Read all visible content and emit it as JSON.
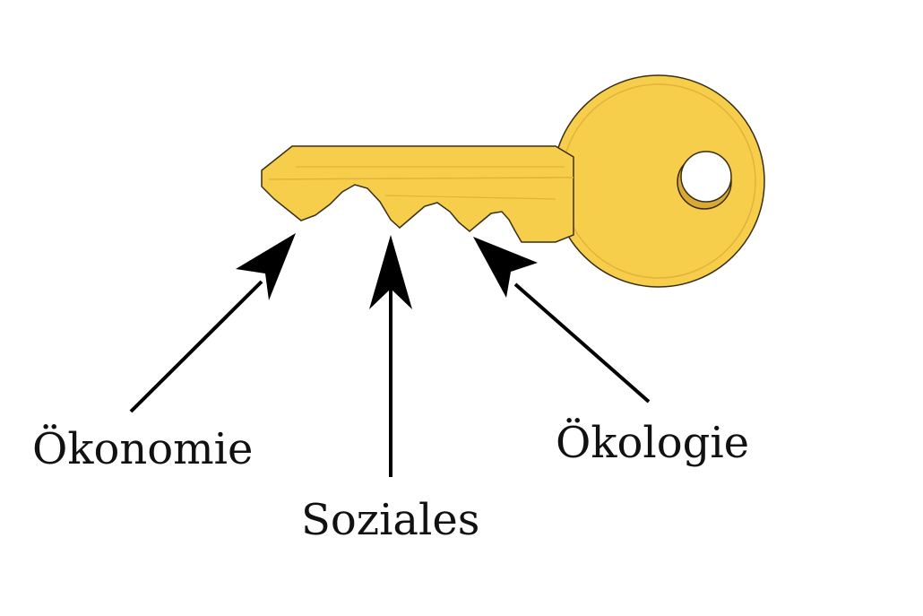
{
  "labels": {
    "left": "Ökonomie",
    "center": "Soziales",
    "right": "Ökologie"
  },
  "colors": {
    "key_fill": "#F7CE4B",
    "key_shade": "#E2B23A",
    "key_outline": "#3A2E12",
    "arrow": "#000000"
  }
}
